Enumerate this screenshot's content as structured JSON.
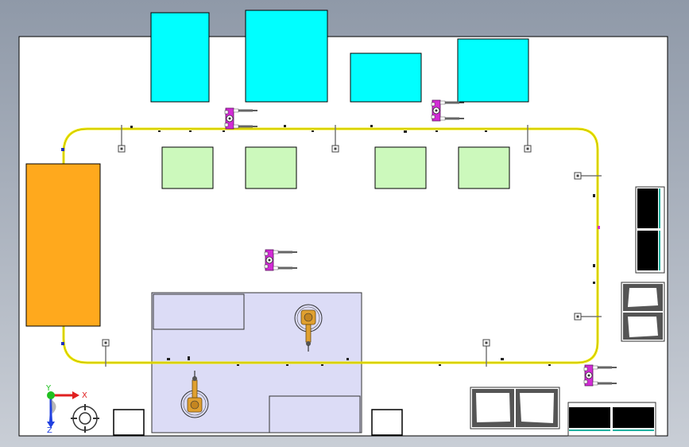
{
  "viewport": {
    "background_top": "#8f99a8",
    "background_bottom": "#c9ced6"
  },
  "layout": {
    "floor_color": "#ffffff",
    "floor_border": "#000000",
    "track_color": "#f2ea00",
    "cyan_station_color": "#00ffff",
    "green_station_color": "#ccf9bc",
    "orange_station_color": "#ffa91d",
    "robot_cell_color": "#dcdcf6",
    "robot_body_color": "#e0a030",
    "agv_color": "#d32bd6"
  },
  "triad": {
    "x_label": "X",
    "y_label": "Y",
    "z_label": "Z",
    "x_color": "#e02020",
    "y_color": "#20c020",
    "z_color": "#2040e0"
  },
  "icons": [
    "triad-icon",
    "view-cube-icon"
  ]
}
